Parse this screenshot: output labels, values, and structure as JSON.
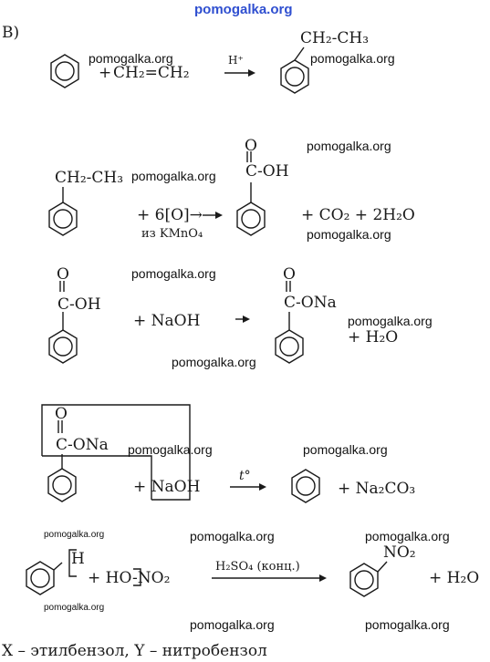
{
  "watermarks": {
    "top": "pomogalka.org",
    "mark": "pomogalka.org"
  },
  "section_label": "В)",
  "reaction1": {
    "reagent": "CH₂=CH₂",
    "plus": "+",
    "condition": "H⁺",
    "product_substituent": "CH₂-CH₃"
  },
  "reaction2": {
    "reactant_substituent": "CH₂-CH₃",
    "oxidant": "+ 6[O]→",
    "oxidant_source": "из KMnO₄",
    "product_group": "C-OH",
    "product_oxygen": "O",
    "byproducts": "+  CO₂ + 2H₂O"
  },
  "reaction3": {
    "reactant_group": "C-OH",
    "reactant_oxygen": "O",
    "reagent": "+ NaOH",
    "product_group": "C-ONa",
    "product_oxygen": "O",
    "byproduct": "+ H₂O"
  },
  "reaction4": {
    "reactant_group": "C-ONa",
    "reactant_oxygen": "O",
    "reagent": "+ NaOH",
    "condition": "t°",
    "byproduct": "+ Na₂CO₃"
  },
  "reaction5": {
    "reactant_h": "H",
    "reagent": "+ HO-NO₂",
    "condition": "H₂SO₄ (конц.)",
    "product_group": "NO₂",
    "byproduct": "+ H₂O"
  },
  "conclusion": "X – этилбензол, Y – нитробензол"
}
